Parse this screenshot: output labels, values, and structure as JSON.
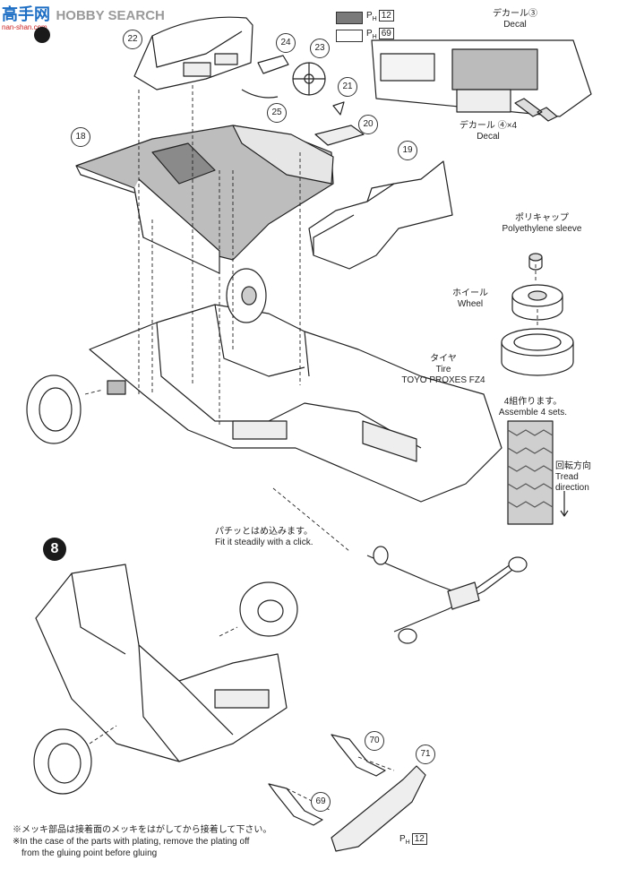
{
  "watermark": {
    "logo_text": "高手网",
    "brand": "HOBBY SEARCH",
    "site": "nan-shan.com"
  },
  "paint_legend": [
    {
      "code": "12",
      "prefix": "P",
      "sub": "H",
      "color": "#7a7a7a"
    },
    {
      "code": "69",
      "prefix": "P",
      "sub": "H",
      "color": "#ffffff"
    }
  ],
  "decal_top": {
    "ja": "デカール",
    "en": "Decal",
    "num": "③"
  },
  "decal_bottom": {
    "ja": "デカール",
    "en": "Decal",
    "num": "④",
    "mult": "×4"
  },
  "wheel_labels": {
    "sleeve_ja": "ポリキャップ",
    "sleeve_en": "Polyethylene sleeve",
    "wheel_ja": "ホイール",
    "wheel_en": "Wheel",
    "tire_ja": "タイヤ",
    "tire_en": "Tire",
    "tire_model": "TOYO PROXES FZ4",
    "assemble_ja": "4組作ります。",
    "assemble_en": "Assemble 4 sets.",
    "tread_ja": "回転方向",
    "tread_en1": "Tread",
    "tread_en2": "direction"
  },
  "click_note": {
    "ja": "パチッとはめ込みます。",
    "en": "Fit it steadily with a click."
  },
  "step_number": "8",
  "parts": [
    "22",
    "24",
    "23",
    "21",
    "20",
    "18",
    "19",
    "25",
    "70",
    "71",
    "69"
  ],
  "bottom_paint": {
    "prefix": "P",
    "sub": "H",
    "code": "12"
  },
  "footnotes": {
    "ja": "※メッキ部品は接着面のメッキをはがしてから接着して下さい。",
    "en1": "※In the case of the parts with plating, remove the plating off",
    "en2": "from the gluing point before gluing"
  },
  "colors": {
    "line": "#222222",
    "shade": "#8a8a8a",
    "light": "#dcdcdc"
  }
}
